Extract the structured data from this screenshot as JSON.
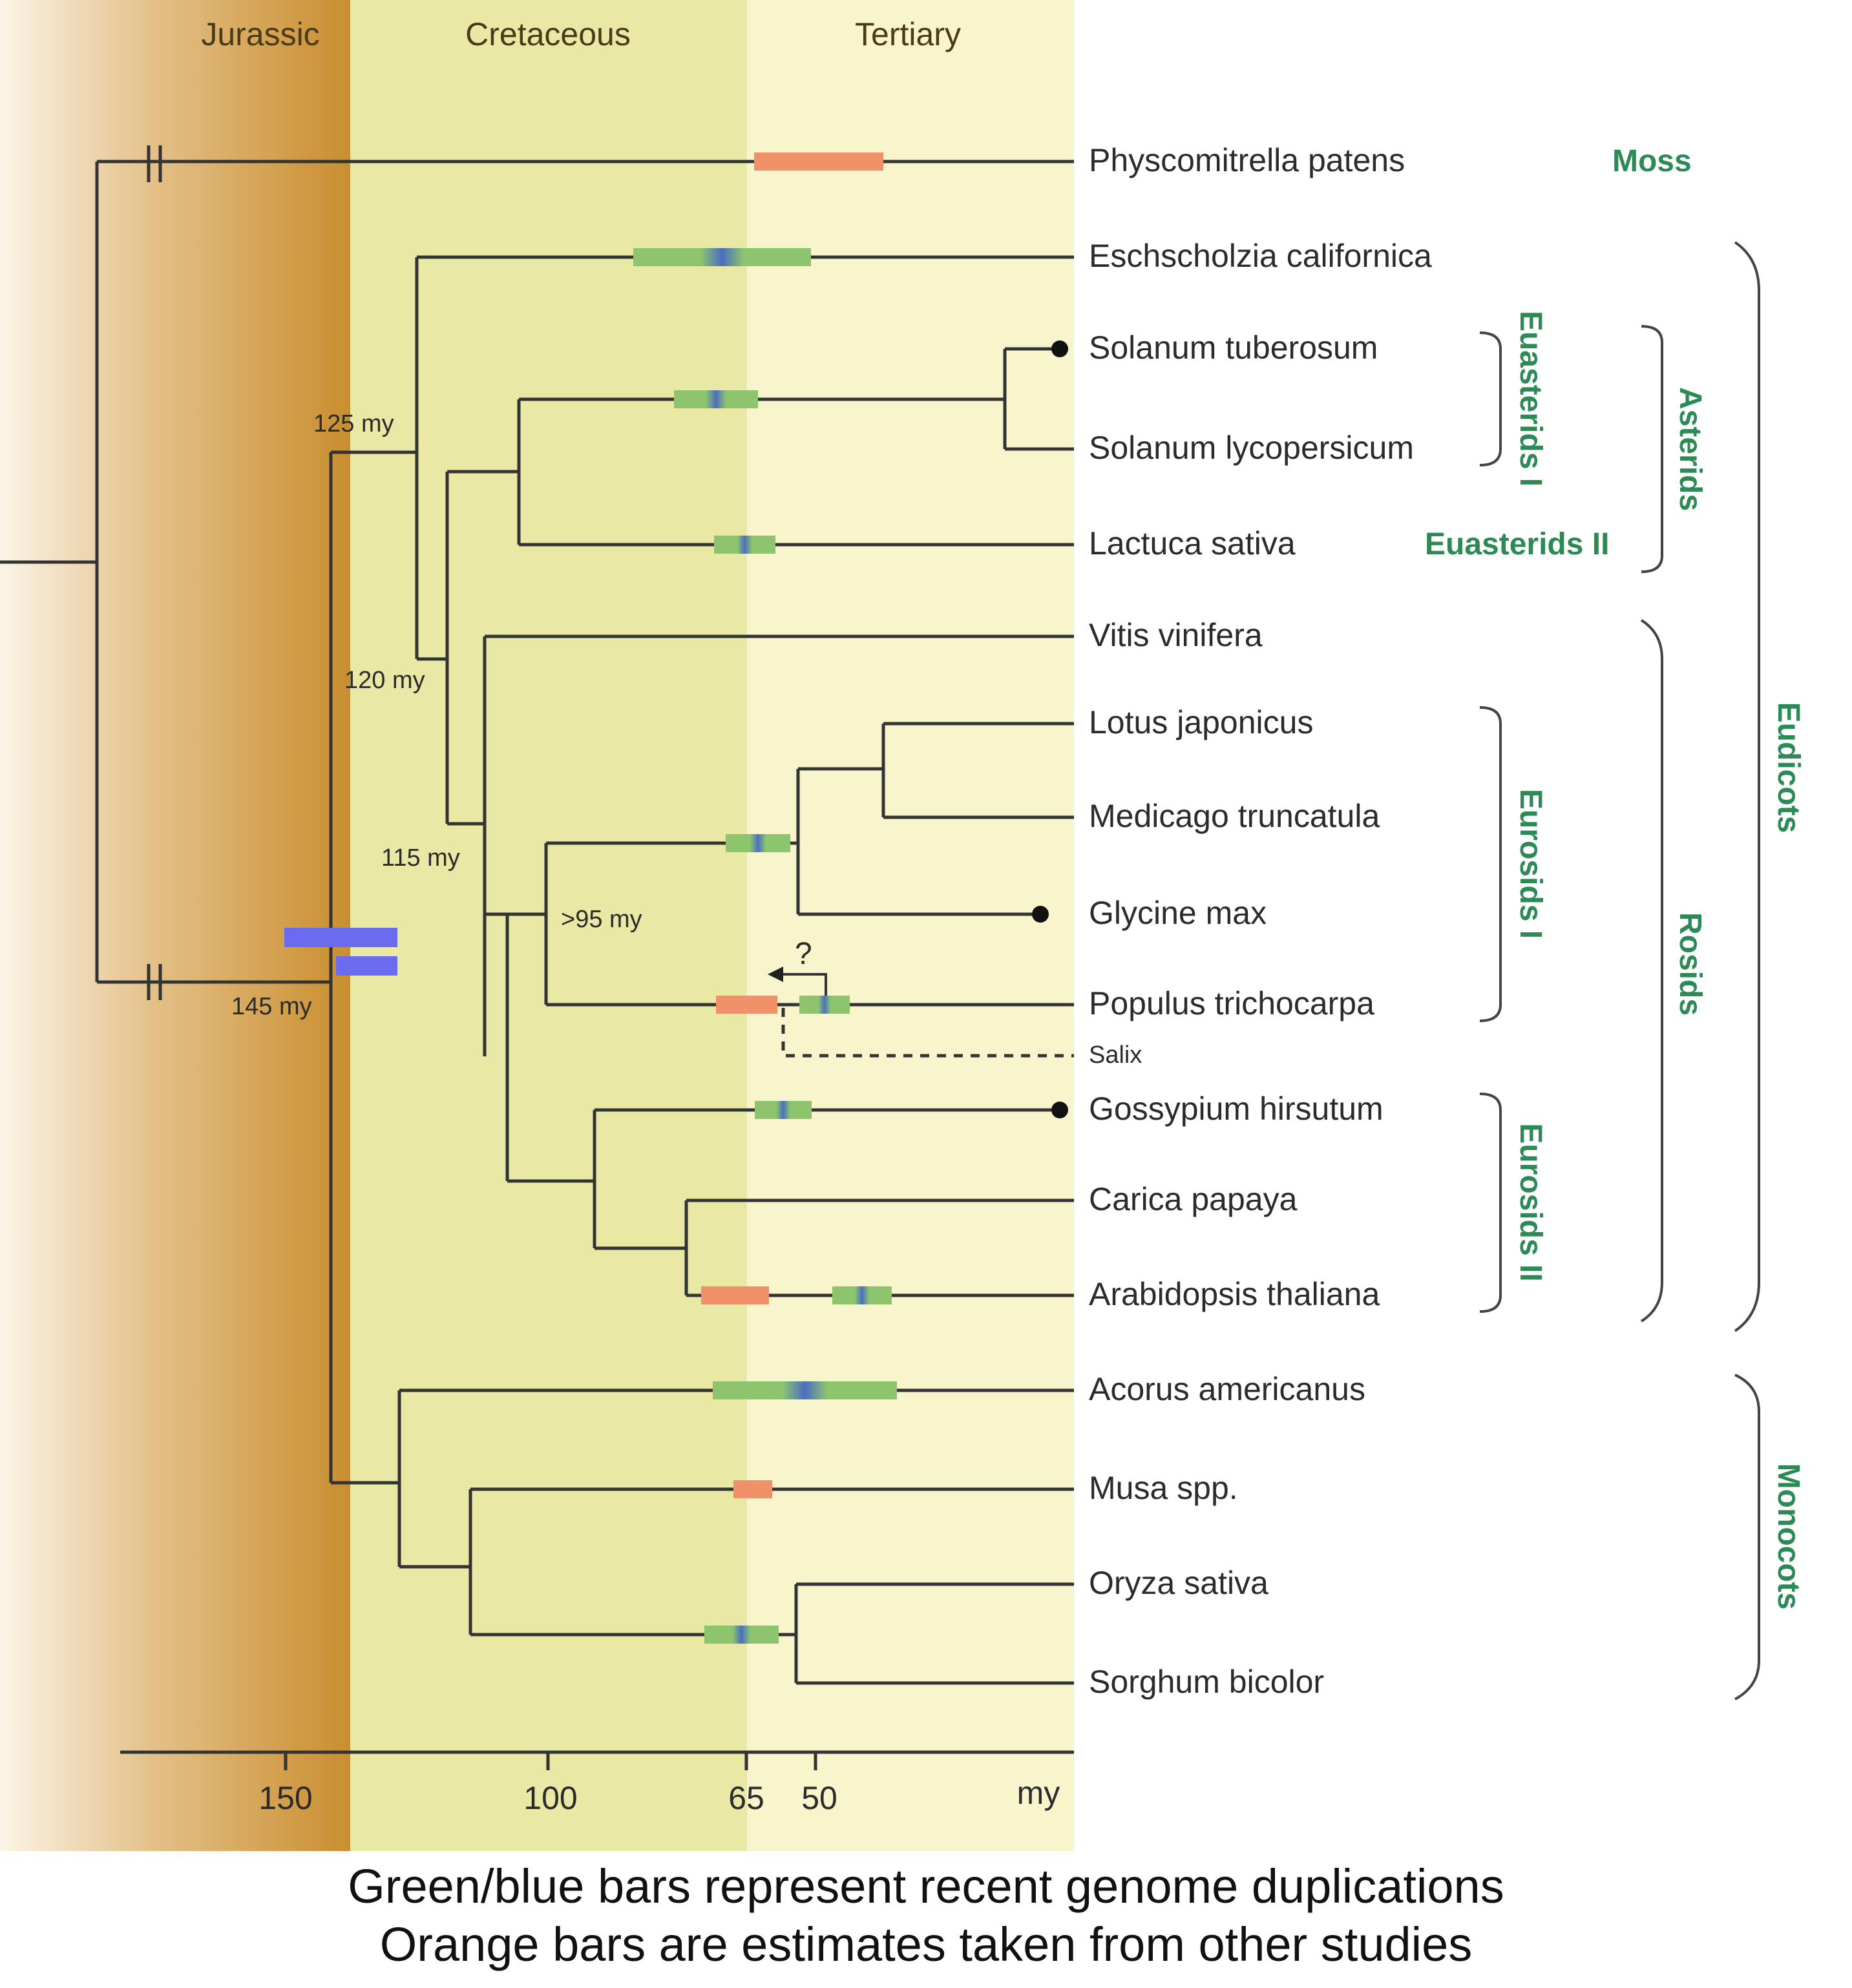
{
  "eras": [
    "Jurassic",
    "Cretaceous",
    "Tertiary"
  ],
  "axis": {
    "ticks": [
      "150",
      "100",
      "65",
      "50"
    ],
    "unit": "my"
  },
  "taxa": [
    "Physcomitrella patens",
    "Eschscholzia californica",
    "Solanum tuberosum",
    "Solanum lycopersicum",
    "Lactuca sativa",
    "Vitis vinifera",
    "Lotus japonicus",
    "Medicago truncatula",
    "Glycine max",
    "Populus trichocarpa",
    "Salix",
    "Gossypium hirsutum",
    "Carica papaya",
    "Arabidopsis thaliana",
    "Acorus americanus",
    "Musa spp.",
    "Oryza sativa",
    "Sorghum bicolor"
  ],
  "node_labels": [
    "125 my",
    "120 my",
    "115 my",
    ">95 my",
    "145 my",
    "?"
  ],
  "groups": {
    "moss": "Moss",
    "euasterids1": "Euasterids I",
    "euasterids2": "Euasterids II",
    "asterids": "Asterids",
    "eurosids1": "Eurosids I",
    "eurosids2": "Eurosids II",
    "rosids": "Rosids",
    "eudicots": "Eudicots",
    "monocots": "Monocots"
  },
  "caption": [
    "Green/blue bars represent recent genome duplications",
    "Orange bars are estimates taken from other studies"
  ],
  "colors": {
    "jurassic": "#c98e2e",
    "cretaceous": "#e9e8a4",
    "tertiary": "#f8f5cc",
    "duplication_green": "#8dc46d",
    "duplication_blue": "#4a6fc0",
    "estimate_orange": "#f0916a",
    "wgd_purple": "#6b6bef",
    "group_label": "#2c8a55"
  }
}
